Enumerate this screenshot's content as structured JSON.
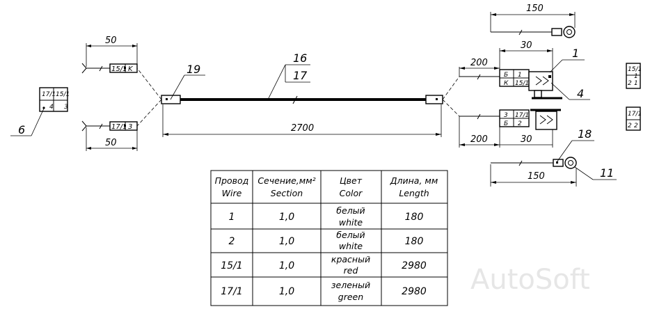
{
  "dims": {
    "d_top_right": "150",
    "d_top_left": "50",
    "d_bottom_left": "50",
    "d_upper_200": "200",
    "d_upper_30": "30",
    "d_lower_200": "200",
    "d_lower_30": "30",
    "d_main": "2700",
    "d_bottom_right": "150"
  },
  "positions": {
    "p1": "1",
    "p4": "4",
    "p6": "6",
    "p11": "11",
    "p16": "16",
    "p17": "17",
    "p18": "18",
    "p19": "19"
  },
  "connectors": {
    "left_top": [
      "15/1",
      "K"
    ],
    "left_bottom": [
      "17/1",
      "3"
    ],
    "upper_right": [
      "Б",
      "1",
      "К",
      "15/1"
    ],
    "lower_right": [
      "3",
      "17/1",
      "Б",
      "2"
    ],
    "part6": [
      "17/1",
      "15/1",
      "4",
      "3"
    ],
    "right_top": [
      "15/1",
      "1",
      "2",
      "1"
    ],
    "right_bottom": [
      "17/1",
      "2",
      "2"
    ]
  },
  "table": {
    "headers": [
      [
        "Провод",
        "Wire"
      ],
      [
        "Сечение,мм²",
        "Section"
      ],
      [
        "Цвет",
        "Color"
      ],
      [
        "Длина, мм",
        "Length"
      ]
    ],
    "rows": [
      {
        "wire": "1",
        "section": "1,0",
        "color_ru": "белый",
        "color_en": "white",
        "length": "180"
      },
      {
        "wire": "2",
        "section": "1,0",
        "color_ru": "белый",
        "color_en": "white",
        "length": "180"
      },
      {
        "wire": "15/1",
        "section": "1,0",
        "color_ru": "красный",
        "color_en": "red",
        "length": "2980"
      },
      {
        "wire": "17/1",
        "section": "1,0",
        "color_ru": "зеленый",
        "color_en": "green",
        "length": "2980"
      }
    ]
  },
  "watermark": "AutoSoft"
}
